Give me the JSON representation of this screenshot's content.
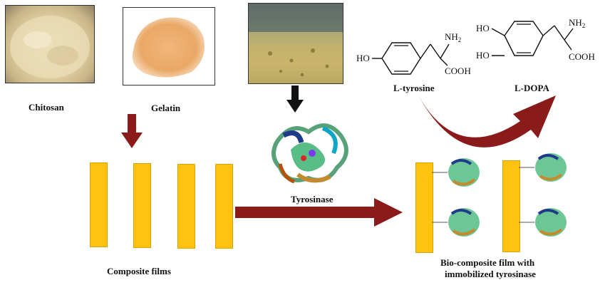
{
  "labels": {
    "chitosan": "Chitosan",
    "gelatin": "Gelatin",
    "tyrosinase": "Tyrosinase",
    "composite_films": "Composite films",
    "biocomposite_line1": "Bio-composite film with",
    "biocomposite_line2": "immobilized tyrosinase",
    "l_tyrosine": "L-tyrosine",
    "l_dopa": "L-DOPA"
  },
  "chem": {
    "ho": "HO",
    "nh2": "NH",
    "nh2_sub": "2",
    "cooh": "COOH"
  },
  "colors": {
    "film": "#FFC20E",
    "arrow": "#8B1A1A",
    "black_arrow": "#111111"
  }
}
